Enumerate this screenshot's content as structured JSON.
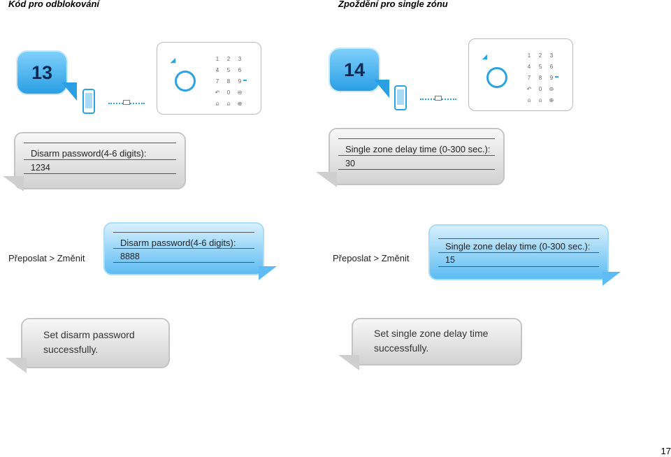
{
  "headings": {
    "left": "Kód pro odblokování",
    "right": "Zpoždění pro single zónu"
  },
  "left": {
    "command_code": "13",
    "request": {
      "label": "Disarm password(4-6 digits):",
      "value": "1234"
    },
    "reply": {
      "label": "Disarm password(4-6 digits):",
      "value": "8888"
    },
    "confirmation": [
      "Set disarm password",
      "successfully."
    ],
    "action": "Přeposlat > Změnit"
  },
  "right": {
    "command_code": "14",
    "request": {
      "label": "Single zone delay time (0-300 sec.):",
      "value": "30"
    },
    "reply": {
      "label": "Single zone delay time (0-300 sec.):",
      "value": "15"
    },
    "confirmation": [
      "Set single zone delay time",
      "successfully."
    ],
    "action": "Přeposlat > Změnit"
  },
  "keypad_keys": [
    "1",
    "2",
    "3",
    "4",
    "5",
    "6",
    "7",
    "8",
    "9",
    "↶",
    "0",
    "⊖",
    "⍝",
    "⍝",
    "⊕"
  ],
  "icons": {
    "phone": "phone-icon",
    "envelope": "envelope-icon",
    "panel": "alarm-panel-icon"
  },
  "colors": {
    "blue": "#2aa3e6",
    "gray": "#d2d2d2"
  },
  "page_number": "17"
}
